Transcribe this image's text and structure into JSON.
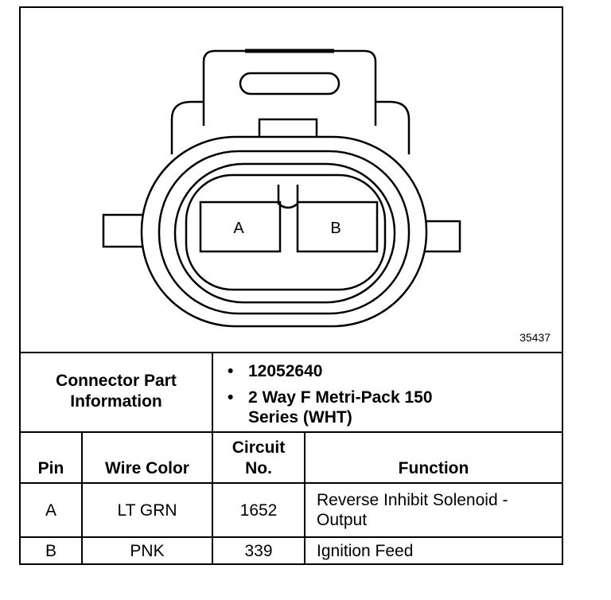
{
  "diagram": {
    "pin_a_label": "A",
    "pin_b_label": "B",
    "figure_number": "35437"
  },
  "connector_info": {
    "label": "Connector Part Information",
    "items": [
      "12052640",
      "2 Way F Metri-Pack 150 Series (WHT)"
    ],
    "bullet": "•"
  },
  "table": {
    "headers": {
      "pin": "Pin",
      "wire_color": "Wire Color",
      "circuit_no": "Circuit No.",
      "function": "Function"
    },
    "rows": [
      {
        "pin": "A",
        "wire_color": "LT GRN",
        "circuit_no": "1652",
        "function": "Reverse Inhibit Solenoid - Output"
      },
      {
        "pin": "B",
        "wire_color": "PNK",
        "circuit_no": "339",
        "function": "Ignition Feed"
      }
    ]
  }
}
